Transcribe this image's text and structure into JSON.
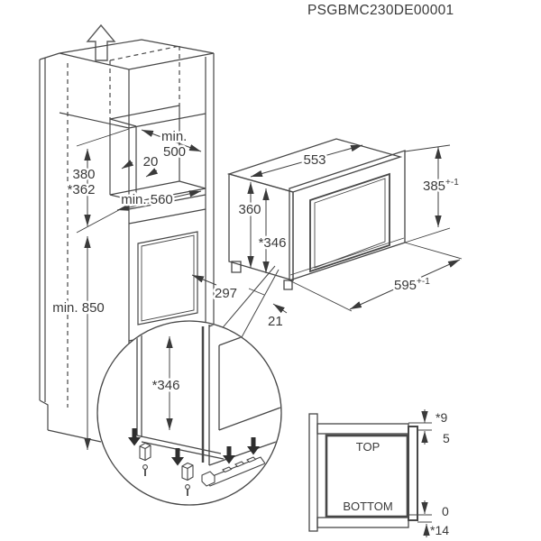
{
  "title": "PSGBMC230DE00001",
  "colors": {
    "line": "#474747",
    "text": "#3a3a3a",
    "arrow_fill": "#2e2e2e",
    "background": "#ffffff"
  },
  "cabinet": {
    "dims": {
      "niche_depth_line1": "min.",
      "niche_depth_line2": "500",
      "back_gap": "20",
      "niche_width": "min. 560",
      "niche_height": "380",
      "niche_height_alt": "*362",
      "plinth_height": "min. 850"
    }
  },
  "oven": {
    "dims": {
      "body_width": "553",
      "body_height": "360",
      "recess_height": "*346",
      "front_height": "385",
      "front_height_tol": "+-1",
      "front_width": "595",
      "front_width_tol": "+-1",
      "door_dim": "297",
      "frame_overlap": "21"
    }
  },
  "detail": {
    "recess_height": "*346"
  },
  "section": {
    "labels": {
      "top": "TOP",
      "bottom": "BOTTOM"
    },
    "dims": {
      "top_clearance": "*9",
      "top_overlap": "5",
      "bottom_overlap": "0",
      "bottom_clearance": "*14"
    }
  }
}
